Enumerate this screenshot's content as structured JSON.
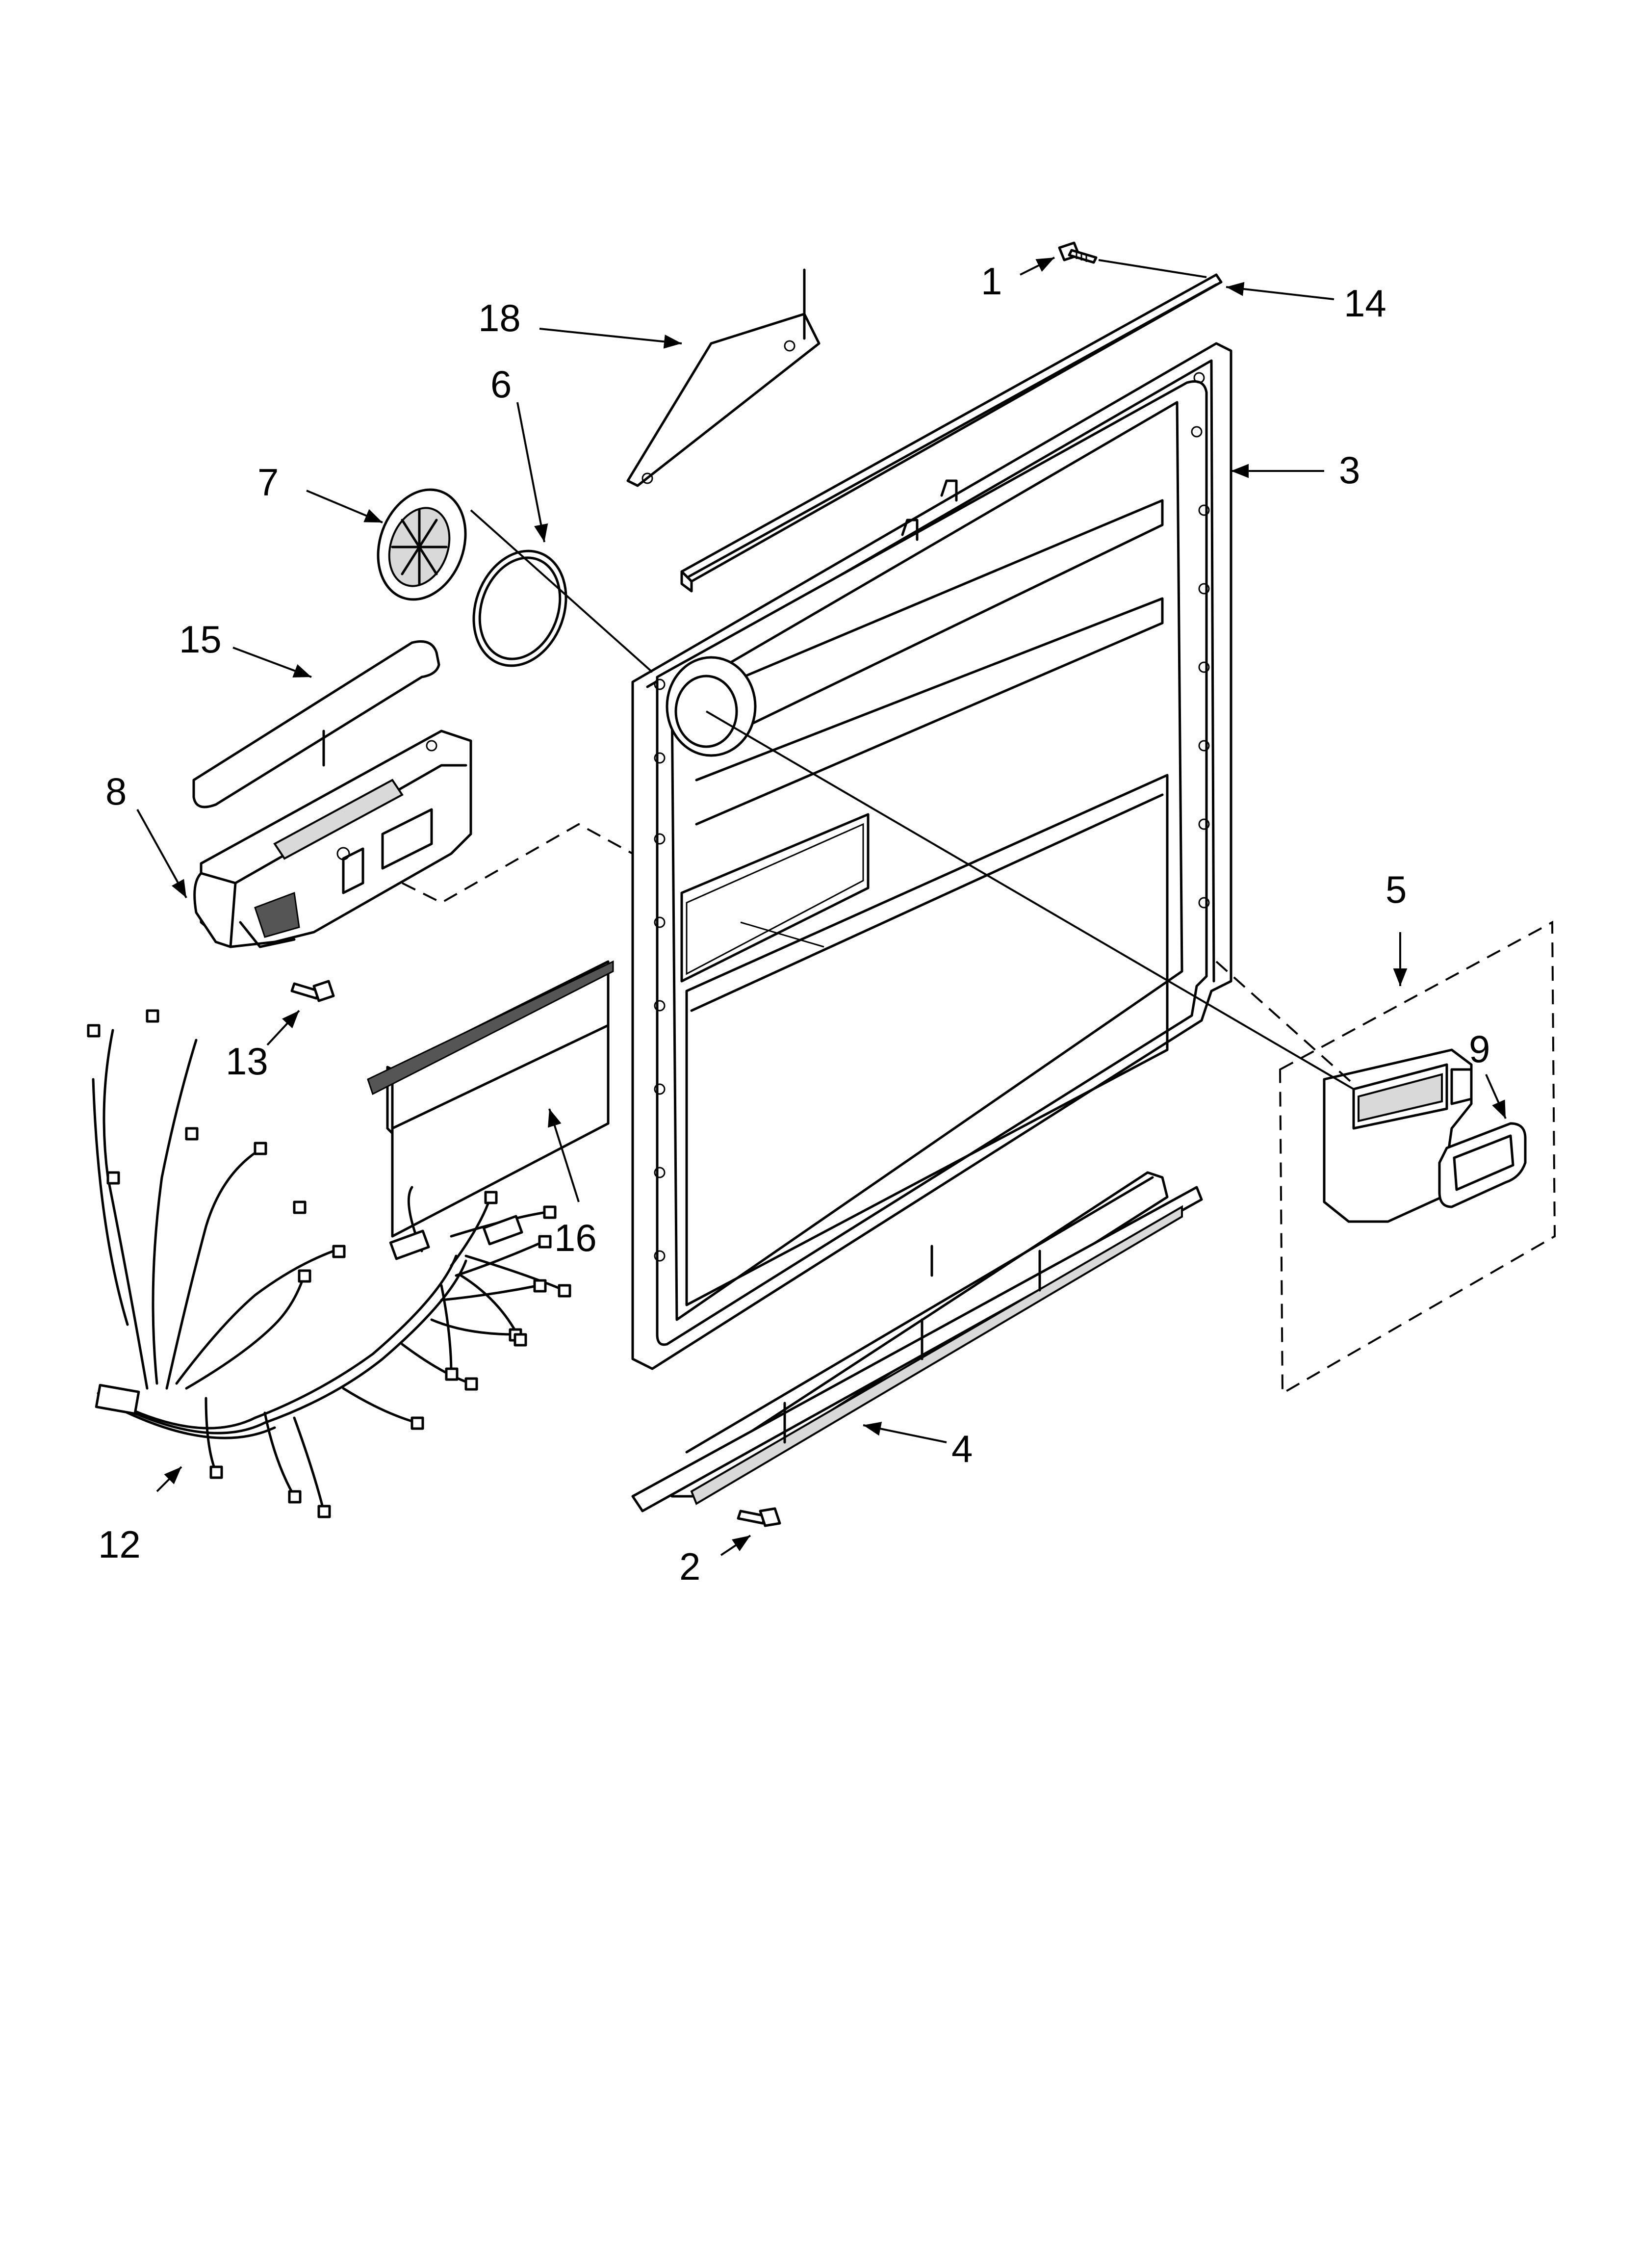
{
  "callouts": [
    {
      "id": "1",
      "text": "1"
    },
    {
      "id": "2",
      "text": "2"
    },
    {
      "id": "3",
      "text": "3"
    },
    {
      "id": "4",
      "text": "4"
    },
    {
      "id": "5",
      "text": "5"
    },
    {
      "id": "6",
      "text": "6"
    },
    {
      "id": "7",
      "text": "7"
    },
    {
      "id": "8",
      "text": "8"
    },
    {
      "id": "9",
      "text": "9"
    },
    {
      "id": "12",
      "text": "12"
    },
    {
      "id": "13",
      "text": "13"
    },
    {
      "id": "14",
      "text": "14"
    },
    {
      "id": "15",
      "text": "15"
    },
    {
      "id": "16",
      "text": "16"
    },
    {
      "id": "18",
      "text": "18"
    }
  ]
}
